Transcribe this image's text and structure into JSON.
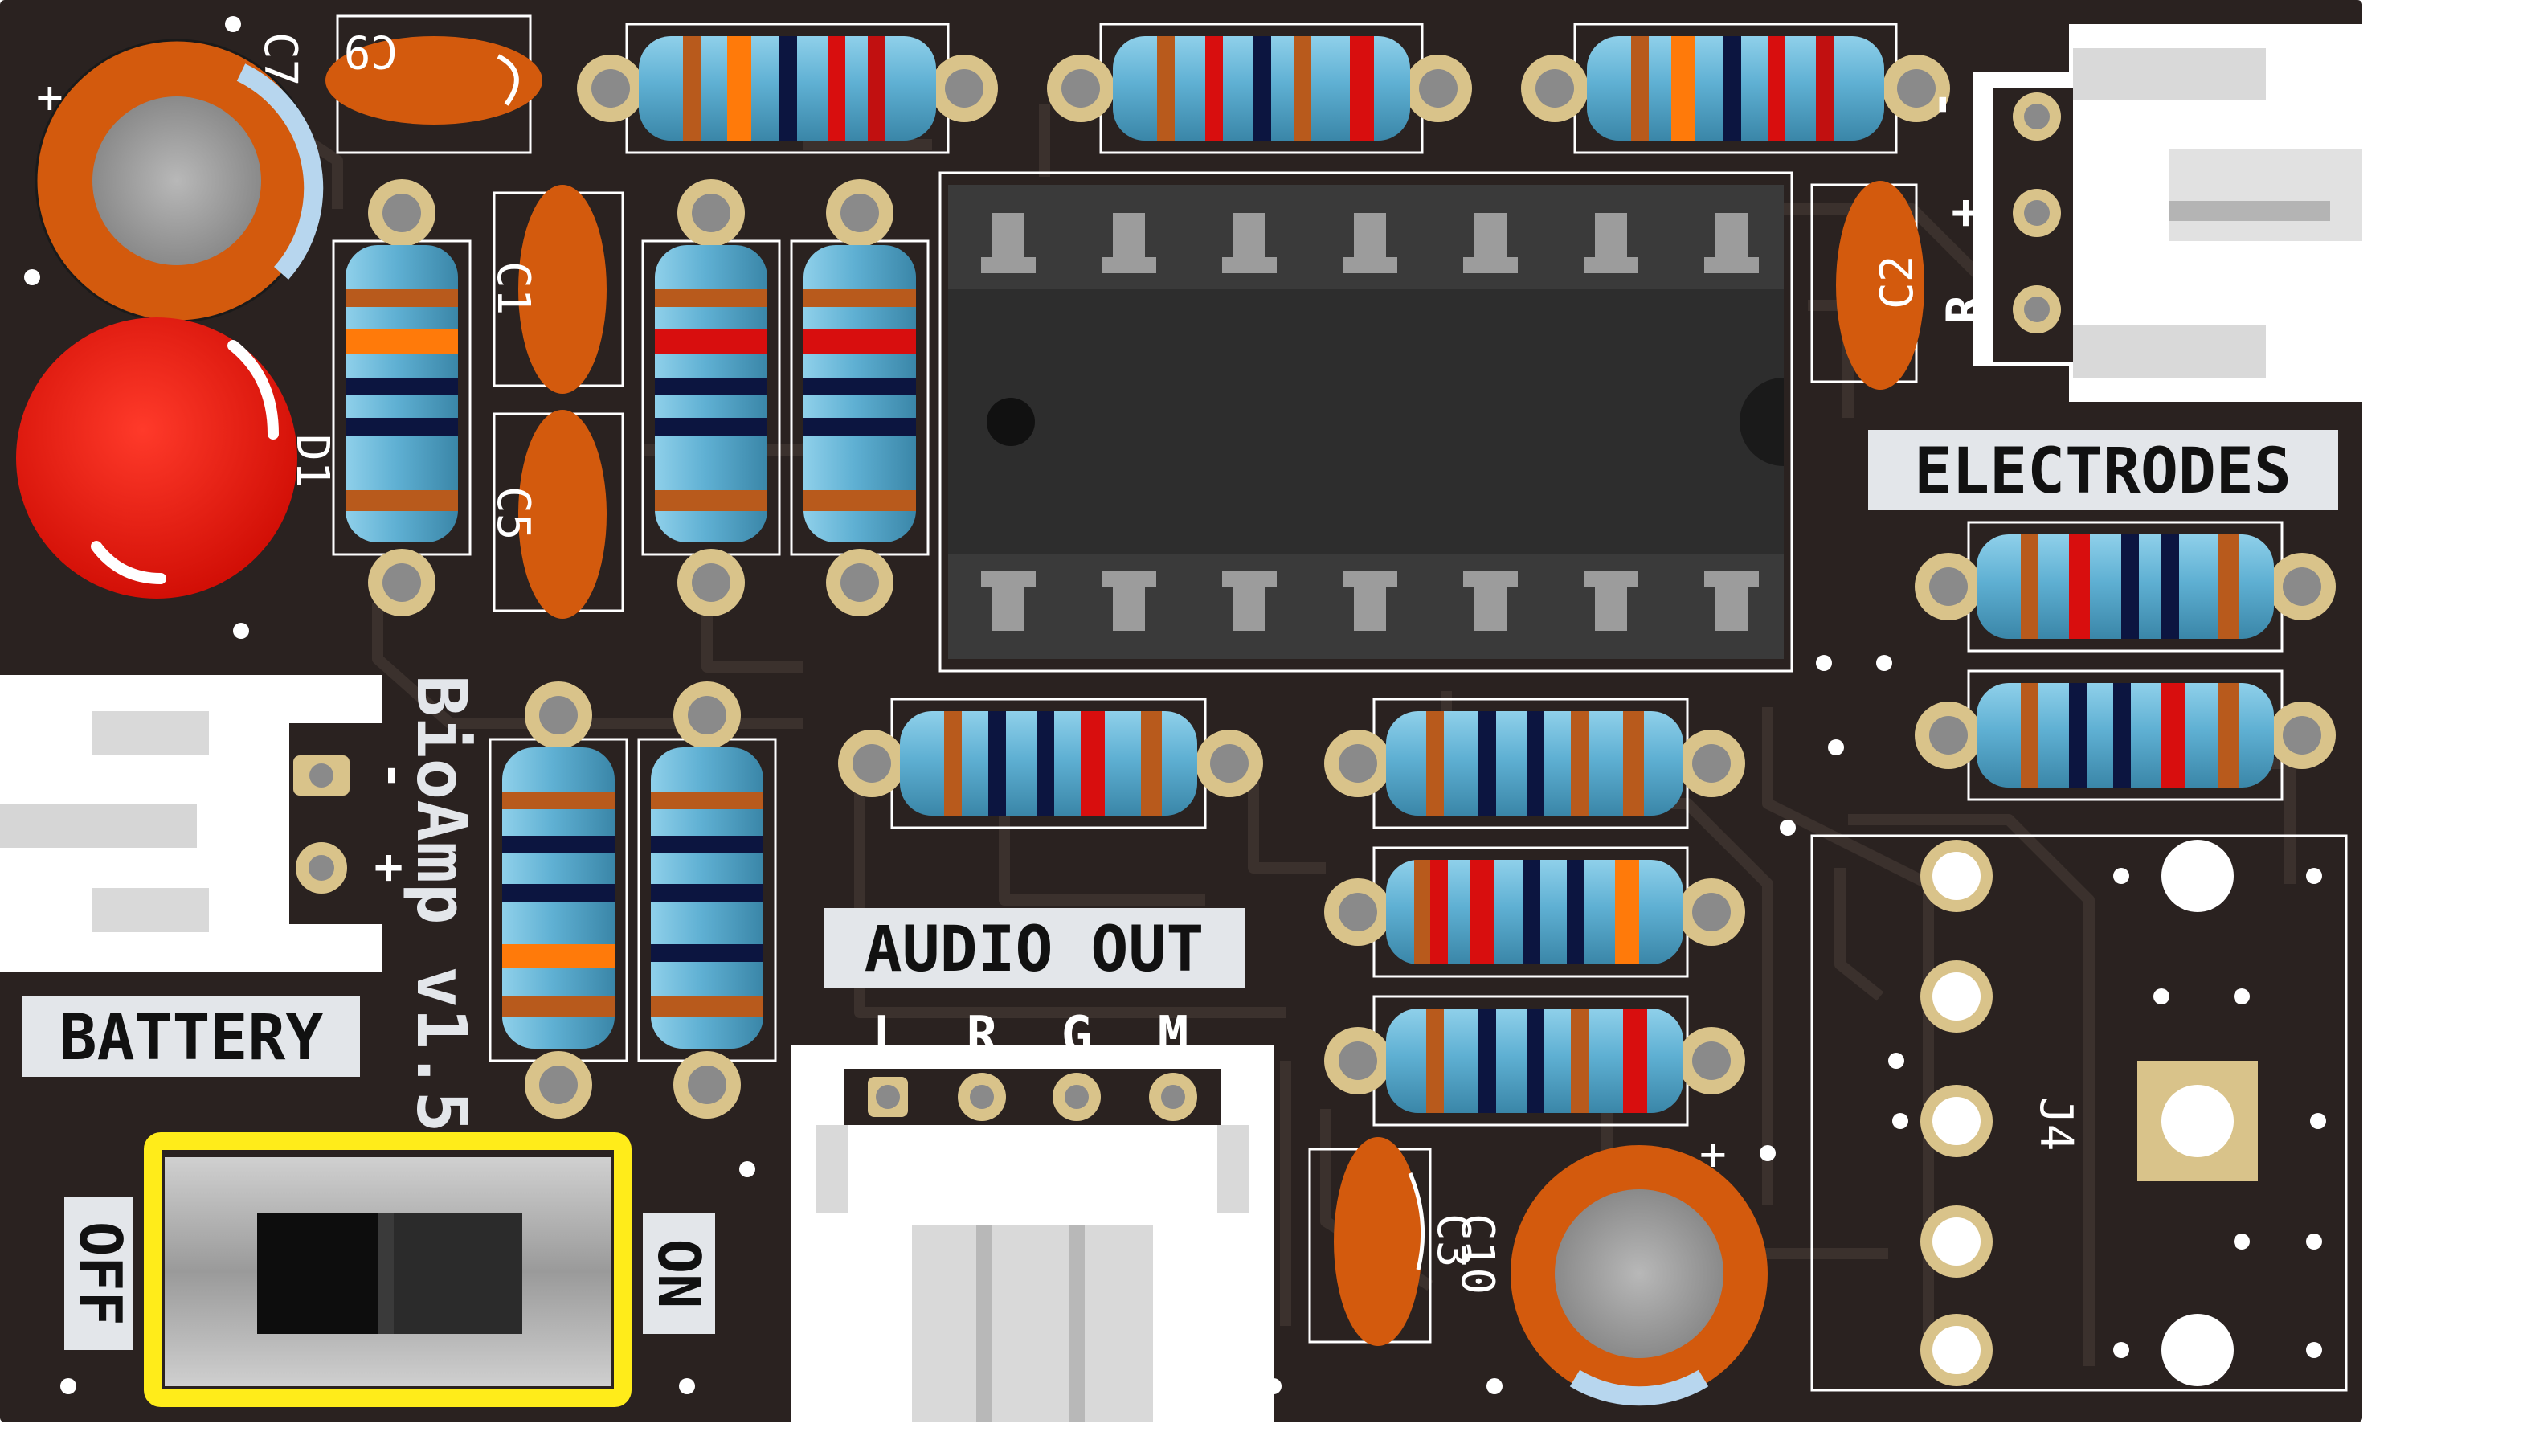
{
  "board": {
    "colors": {
      "pcb": "#2a2220",
      "trace": "#3b312d",
      "silk": "#ffffff",
      "label_bg": "#e3e6ea",
      "pad_gold": "#d9c38a",
      "body_blue": "#5fb0d3",
      "cap_orange": "#d35a0d",
      "led_red": "#e61b10",
      "ic_black": "#2d2d2d",
      "switch_frame": "#ffec1a"
    },
    "silk_labels": {
      "electrodes": "ELECTRODES",
      "audio_out": "AUDIO OUT",
      "battery": "BATTERY",
      "name": "BioAmp v1.5",
      "off": "OFF",
      "on": "ON"
    },
    "audio_pins": [
      "L",
      "R",
      "G",
      "M"
    ],
    "electrode_pins": [
      "-",
      "+",
      "R"
    ],
    "battery_pins": [
      "-",
      "+"
    ],
    "refs": {
      "c7": "C7",
      "c9": "C9",
      "c1": "C1",
      "c5": "C5",
      "c3": "C3",
      "c2": "C2",
      "c10": "C10",
      "d1": "D1",
      "j4": "J4"
    },
    "polarity_marks": {
      "c7": "+",
      "c10": "+"
    }
  }
}
